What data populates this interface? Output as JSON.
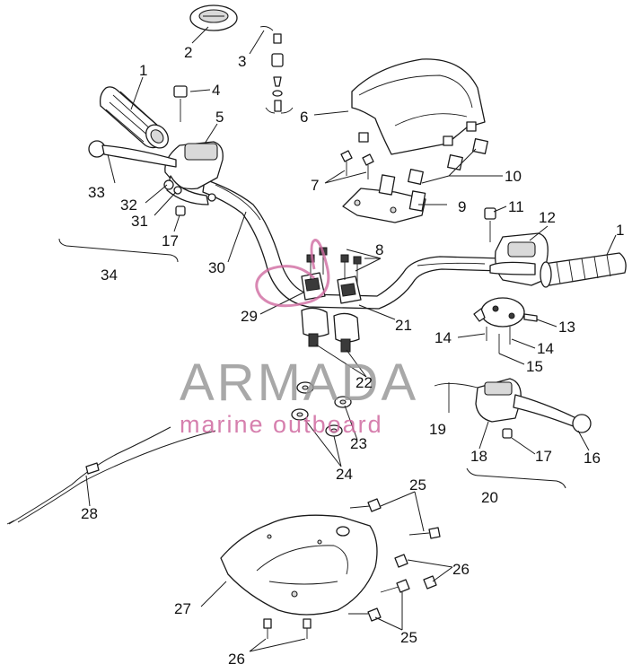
{
  "watermark": {
    "title": "ARMADA",
    "subtitle": "marine outboard",
    "accent_color": "#d06aa0",
    "text_color": "#9a9a9a"
  },
  "callouts": {
    "c1a": "1",
    "c1b": "1",
    "c2": "2",
    "c3": "3",
    "c4": "4",
    "c5": "5",
    "c6": "6",
    "c7": "7",
    "c8": "8",
    "c9": "9",
    "c10": "10",
    "c11": "11",
    "c12": "12",
    "c13": "13",
    "c14a": "14",
    "c14b": "14",
    "c15": "15",
    "c16": "16",
    "c17a": "17",
    "c17b": "17",
    "c18": "18",
    "c19": "19",
    "c20": "20",
    "c21": "21",
    "c22": "22",
    "c23": "23",
    "c24": "24",
    "c25a": "25",
    "c25b": "25",
    "c26a": "26",
    "c26b": "26",
    "c27": "27",
    "c28": "28",
    "c29": "29",
    "c30": "30",
    "c31": "31",
    "c32": "32",
    "c33": "33",
    "c34": "34"
  }
}
